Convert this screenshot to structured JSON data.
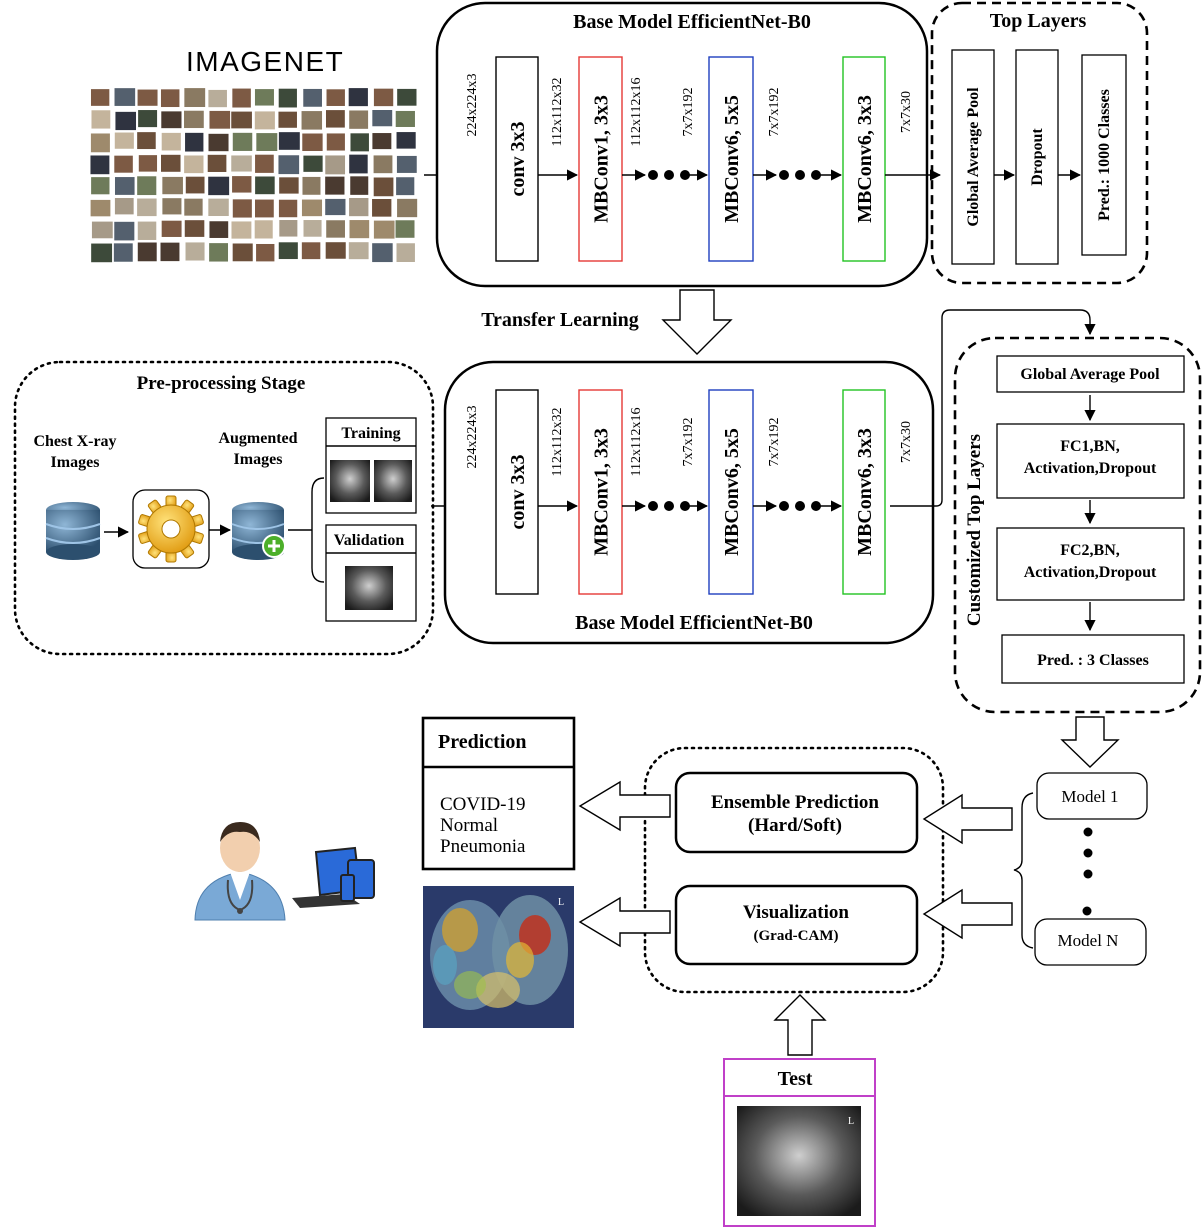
{
  "imagenet_logo": "IMAGENET",
  "top": {
    "base_title": "Base Model EfficientNet-B0",
    "top_layers_title": "Top Layers",
    "input_dim": "224x224x3",
    "blocks": [
      "conv 3x3",
      "MBConv1, 3x3",
      "MBConv6, 5x5",
      "MBConv6, 3x3"
    ],
    "dims": [
      "112x112x32",
      "112x112x16",
      "7x7x192",
      "7x7x192",
      "7x7x30"
    ],
    "top_layer_blocks": [
      "Global Average Pool",
      "Dropout",
      "Pred.: 1000 Classes"
    ]
  },
  "transfer_learning": "Transfer Learning",
  "preprocessing": {
    "title": "Pre-processing Stage",
    "chest_label": [
      "Chest X-ray",
      "Images"
    ],
    "augmented_label": [
      "Augmented",
      "Images"
    ],
    "training": "Training",
    "validation": "Validation"
  },
  "middle": {
    "base_title": "Base Model EfficientNet-B0",
    "input_dim": "224x224x3",
    "blocks": [
      "conv 3x3",
      "MBConv1, 3x3",
      "MBConv6, 5x5",
      "MBConv6, 3x3"
    ],
    "dims": [
      "112x112x32",
      "112x112x16",
      "7x7x192",
      "7x7x192",
      "7x7x30"
    ]
  },
  "custom": {
    "title": "Customized Top Layers",
    "gap": "Global Average Pool",
    "fc1": [
      "FC1,BN,",
      "Activation,Dropout"
    ],
    "fc2": [
      "FC2,BN,",
      "Activation,Dropout"
    ],
    "pred": "Pred. : 3 Classes"
  },
  "models": {
    "first": "Model 1",
    "last": "Model N"
  },
  "ensemble": {
    "line1": "Ensemble Prediction",
    "line2": "(Hard/Soft)"
  },
  "visualization": {
    "line1": "Visualization",
    "line2": "(Grad-CAM)"
  },
  "prediction": {
    "title": "Prediction",
    "classes": [
      "COVID-19",
      "Normal",
      "Pneumonia"
    ]
  },
  "test": {
    "title": "Test"
  },
  "colors": {
    "mbconv1": "#e53935",
    "mbconv6_5x5": "#1e3fbf",
    "mbconv6_3x3": "#22c322",
    "test_border": "#c040c8",
    "logo_gray": "#7a7a7a",
    "logo_orange": "#f29b1d",
    "logo_green": "#6cbf3a"
  }
}
